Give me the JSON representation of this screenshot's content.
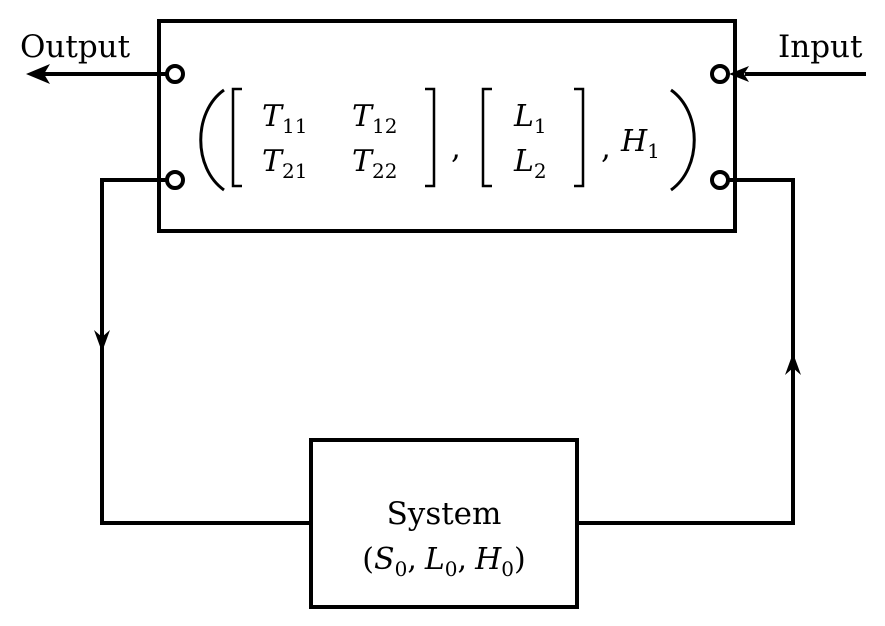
{
  "labels": {
    "output": "Output",
    "input": "Input"
  },
  "top_block": {
    "T11": {
      "base": "T",
      "sub": "11"
    },
    "T12": {
      "base": "T",
      "sub": "12"
    },
    "T21": {
      "base": "T",
      "sub": "21"
    },
    "T22": {
      "base": "T",
      "sub": "22"
    },
    "L1": {
      "base": "L",
      "sub": "1"
    },
    "L2": {
      "base": "L",
      "sub": "2"
    },
    "H1": {
      "base": "H",
      "sub": "1"
    },
    "comma": ","
  },
  "system_block": {
    "title": "System",
    "open_paren": "(",
    "close_paren": ")",
    "comma": ",",
    "S0": {
      "base": "S",
      "sub": "0"
    },
    "L0": {
      "base": "L",
      "sub": "0"
    },
    "H0": {
      "base": "H",
      "sub": "0"
    }
  }
}
